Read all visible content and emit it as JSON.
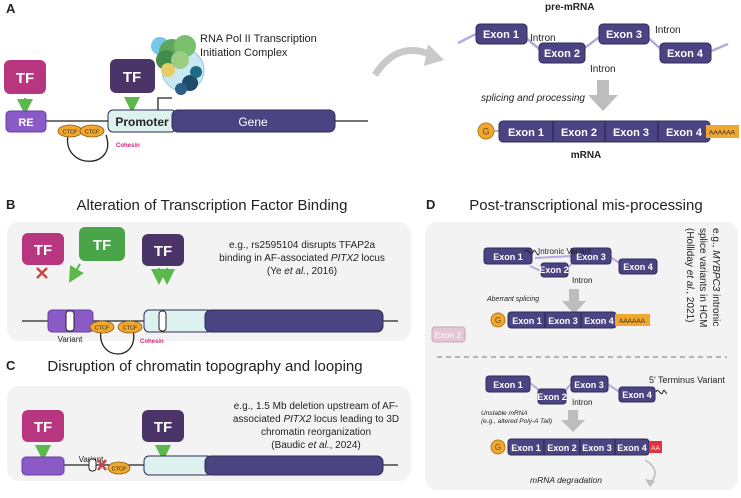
{
  "colors": {
    "tf_magenta": "#b8357f",
    "tf_purple": "#4a3468",
    "tf_green": "#4aa548",
    "exon": "#4b4482",
    "exon_light": "#e4c7d4",
    "re_violet": "#8a5bc6",
    "promoter": "#ddf1ee",
    "ctcf": "#f0a830",
    "cohesin": "#d4237a",
    "arrow_green": "#5bb84b",
    "cross_red": "#c9454a",
    "intron_line": "#b7a8dd",
    "panel_bg": "#f3f3f3"
  },
  "panelA": {
    "letter": "A",
    "tf1": "TF",
    "tf2": "TF",
    "re": "RE",
    "ctcf1": "CTCF",
    "ctcf2": "CTCF",
    "cohesin": "Cohesin",
    "promoter": "Promoter",
    "gene": "Gene",
    "pol2_line1": "RNA Pol II Transcription",
    "pol2_line2": "Initiation Complex",
    "pre_mrna": "pre-mRNA",
    "exon1": "Exon 1",
    "exon2": "Exon 2",
    "exon3": "Exon 3",
    "exon4": "Exon 4",
    "intron1": "Intron",
    "intron2": "Intron",
    "intron3": "Intron",
    "splicing": "splicing and processing",
    "cap": "G",
    "polyA": "AAAAAA",
    "mrna": "mRNA"
  },
  "panelB": {
    "letter": "B",
    "title": "Alteration of Transcription Factor Binding",
    "tf1": "TF",
    "tf2": "TF",
    "tf3": "TF",
    "variant": "Variant",
    "ctcf1": "CTCF",
    "ctcf2": "CTCF",
    "cohesin": "Cohesin",
    "note_line1": "e.g., rs2595104 disrupts TFAP2a",
    "note_line2": "binding in AF-associated ",
    "note_line2_italic": "PITX2",
    "note_line2_end": " locus",
    "note_line3_a": "(Ye ",
    "note_line3_italic": "et al.",
    "note_line3_b": ", 2016)"
  },
  "panelC": {
    "letter": "C",
    "title": "Disruption of chromatin topography and looping",
    "tf1": "TF",
    "tf2": "TF",
    "variant": "Variant",
    "ctcf": "CTCF",
    "note_line1": "e.g., 1.5 Mb deletion upstream of AF-",
    "note_line2_a": "associated ",
    "note_line2_italic": "PITX2",
    "note_line2_b": " locus leading to 3D",
    "note_line3": "chromatin reorganization",
    "note_line4_a": "(Baudic ",
    "note_line4_italic": "et al.",
    "note_line4_b": ", 2024)"
  },
  "panelD": {
    "letter": "D",
    "title": "Post-transcriptional mis-processing",
    "exon1": "Exon 1",
    "exon2": "Exon 2",
    "exon3": "Exon 3",
    "exon4": "Exon 4",
    "intronic_variant": "Intronic Variant",
    "intron_top": "Intron",
    "aberrant": "Aberrant splicing",
    "cap": "G",
    "polyA": "AAAAAA",
    "skipped_exon": "Exon 2",
    "side_line1_a": "e.g., ",
    "side_line1_italic": "MYBPC3",
    "side_line1_b": " intronic",
    "side_line2": "splice variants in HCM",
    "side_line3_a": "(Holliday ",
    "side_line3_italic": "et al.",
    "side_line3_b": ", 2021)",
    "terminus_variant": "5' Terminus Variant",
    "intron_bottom": "Intron",
    "unstable_line1": "Unstable mRNA",
    "unstable_line2": "(e.g., altered Poly-A Tail)",
    "short_polyA": "AA",
    "degradation": "mRNA degradation"
  }
}
